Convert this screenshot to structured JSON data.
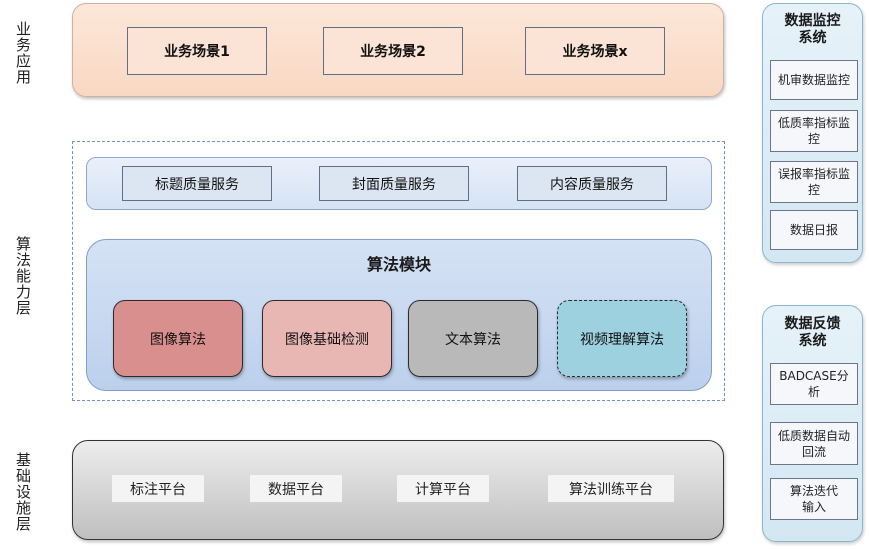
{
  "layers": {
    "business": "业务应用",
    "algorithm": "算法能力层",
    "infrastructure": "基础设施层"
  },
  "business": {
    "scenes": [
      "业务场景1",
      "业务场景2",
      "业务场景x"
    ]
  },
  "services": [
    "标题质量服务",
    "封面质量服务",
    "内容质量服务"
  ],
  "algo_module": {
    "title": "算法模块",
    "items": [
      "图像算法",
      "图像基础检测",
      "文本算法",
      "视频理解算法"
    ]
  },
  "infrastructure": {
    "platforms": [
      "标注平台",
      "数据平台",
      "计算平台",
      "算法训练平台"
    ]
  },
  "monitoring": {
    "title": "数据监控系统",
    "items": [
      "机审数据监控",
      "低质率指标监控",
      "误报率指标监控",
      "数据日报"
    ]
  },
  "feedback": {
    "title": "数据反馈系统",
    "items": [
      "BADCASE分析",
      "低质数据自动回流",
      "算法迭代输入"
    ]
  },
  "colors": {
    "business_bg": "#fbe4d5",
    "algo_image": "#d98f8d",
    "algo_image_detect": "#e8b7b4",
    "algo_text": "#b9b9b9",
    "algo_video": "#9dd1df",
    "side_bg": "#e6f2f9"
  }
}
